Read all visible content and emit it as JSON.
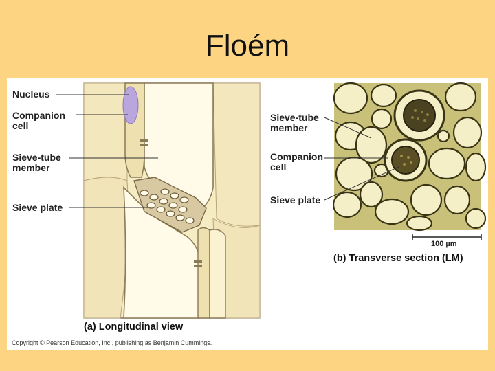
{
  "slide": {
    "title": "Floém"
  },
  "longitudinal": {
    "labels": {
      "nucleus": "Nucleus",
      "companion_cell": "Companion\ncell",
      "sieve_tube_member": "Sieve-tube\nmember",
      "sieve_plate": "Sieve plate"
    },
    "caption": "(a) Longitudinal view"
  },
  "transverse": {
    "labels": {
      "sieve_tube_member": "Sieve-tube\nmember",
      "companion_cell": "Companion\ncell",
      "sieve_plate": "Sieve plate"
    },
    "scale_bar": "100 µm",
    "caption": "(b) Transverse section (LM)"
  },
  "copyright": "Copyright © Pearson Education, Inc., publishing as Benjamin Cummings.",
  "colors": {
    "slide_background": "#fdd582",
    "cell_fill": "#fdf6d4",
    "cell_wall": "#8a7a56",
    "nucleus": "#b9a6dd",
    "micrograph_bg": "#c9c07a"
  }
}
